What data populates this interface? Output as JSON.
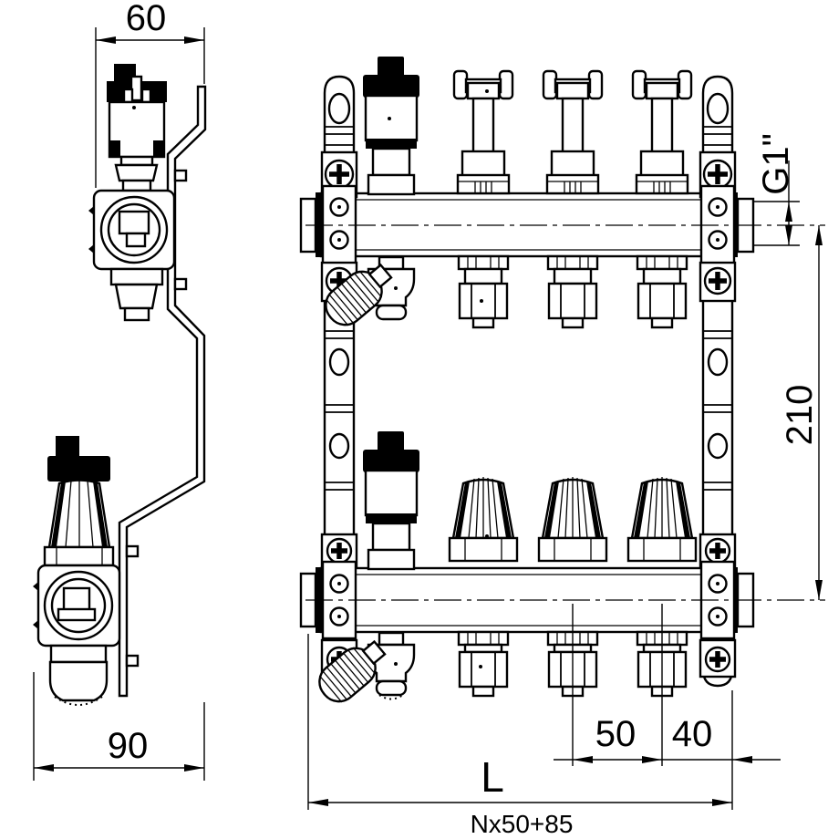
{
  "drawing": {
    "labels": {
      "bracket_depth": "60",
      "total_depth": "90",
      "connection_thread": "G1\"",
      "manifold_axis_distance": "210",
      "outlet_spacing": "50",
      "outlet_to_bracket": "40",
      "total_length": "L",
      "total_length_formula": "Nx50+85"
    },
    "colors": {
      "line": "#000000",
      "background": "#ffffff"
    }
  }
}
